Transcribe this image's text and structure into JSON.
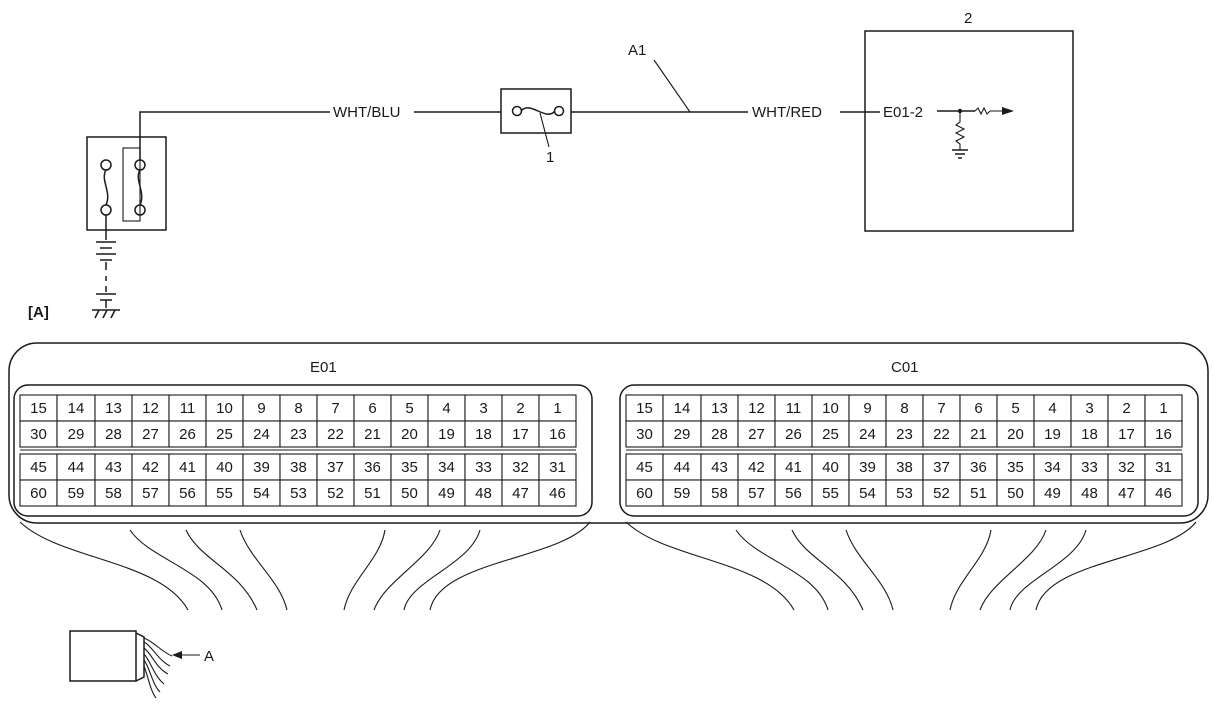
{
  "schematic": {
    "wire_left_label": "WHT/BLU",
    "wire_right_label": "WHT/RED",
    "wire_id_label": "A1",
    "fuse_callout": "1",
    "module_callout": "2",
    "module_terminal": "E01-2",
    "view_label": "[A]"
  },
  "connectors": [
    {
      "name": "E01",
      "rows": [
        [
          "15",
          "14",
          "13",
          "12",
          "11",
          "10",
          "9",
          "8",
          "7",
          "6",
          "5",
          "4",
          "3",
          "2",
          "1"
        ],
        [
          "30",
          "29",
          "28",
          "27",
          "26",
          "25",
          "24",
          "23",
          "22",
          "21",
          "20",
          "19",
          "18",
          "17",
          "16"
        ],
        [
          "45",
          "44",
          "43",
          "42",
          "41",
          "40",
          "39",
          "38",
          "37",
          "36",
          "35",
          "34",
          "33",
          "32",
          "31"
        ],
        [
          "60",
          "59",
          "58",
          "57",
          "56",
          "55",
          "54",
          "53",
          "52",
          "51",
          "50",
          "49",
          "48",
          "47",
          "46"
        ]
      ]
    },
    {
      "name": "C01",
      "rows": [
        [
          "15",
          "14",
          "13",
          "12",
          "11",
          "10",
          "9",
          "8",
          "7",
          "6",
          "5",
          "4",
          "3",
          "2",
          "1"
        ],
        [
          "30",
          "29",
          "28",
          "27",
          "26",
          "25",
          "24",
          "23",
          "22",
          "21",
          "20",
          "19",
          "18",
          "17",
          "16"
        ],
        [
          "45",
          "44",
          "43",
          "42",
          "41",
          "40",
          "39",
          "38",
          "37",
          "36",
          "35",
          "34",
          "33",
          "32",
          "31"
        ],
        [
          "60",
          "59",
          "58",
          "57",
          "56",
          "55",
          "54",
          "53",
          "52",
          "51",
          "50",
          "49",
          "48",
          "47",
          "46"
        ]
      ]
    }
  ],
  "harness_callout": "A"
}
